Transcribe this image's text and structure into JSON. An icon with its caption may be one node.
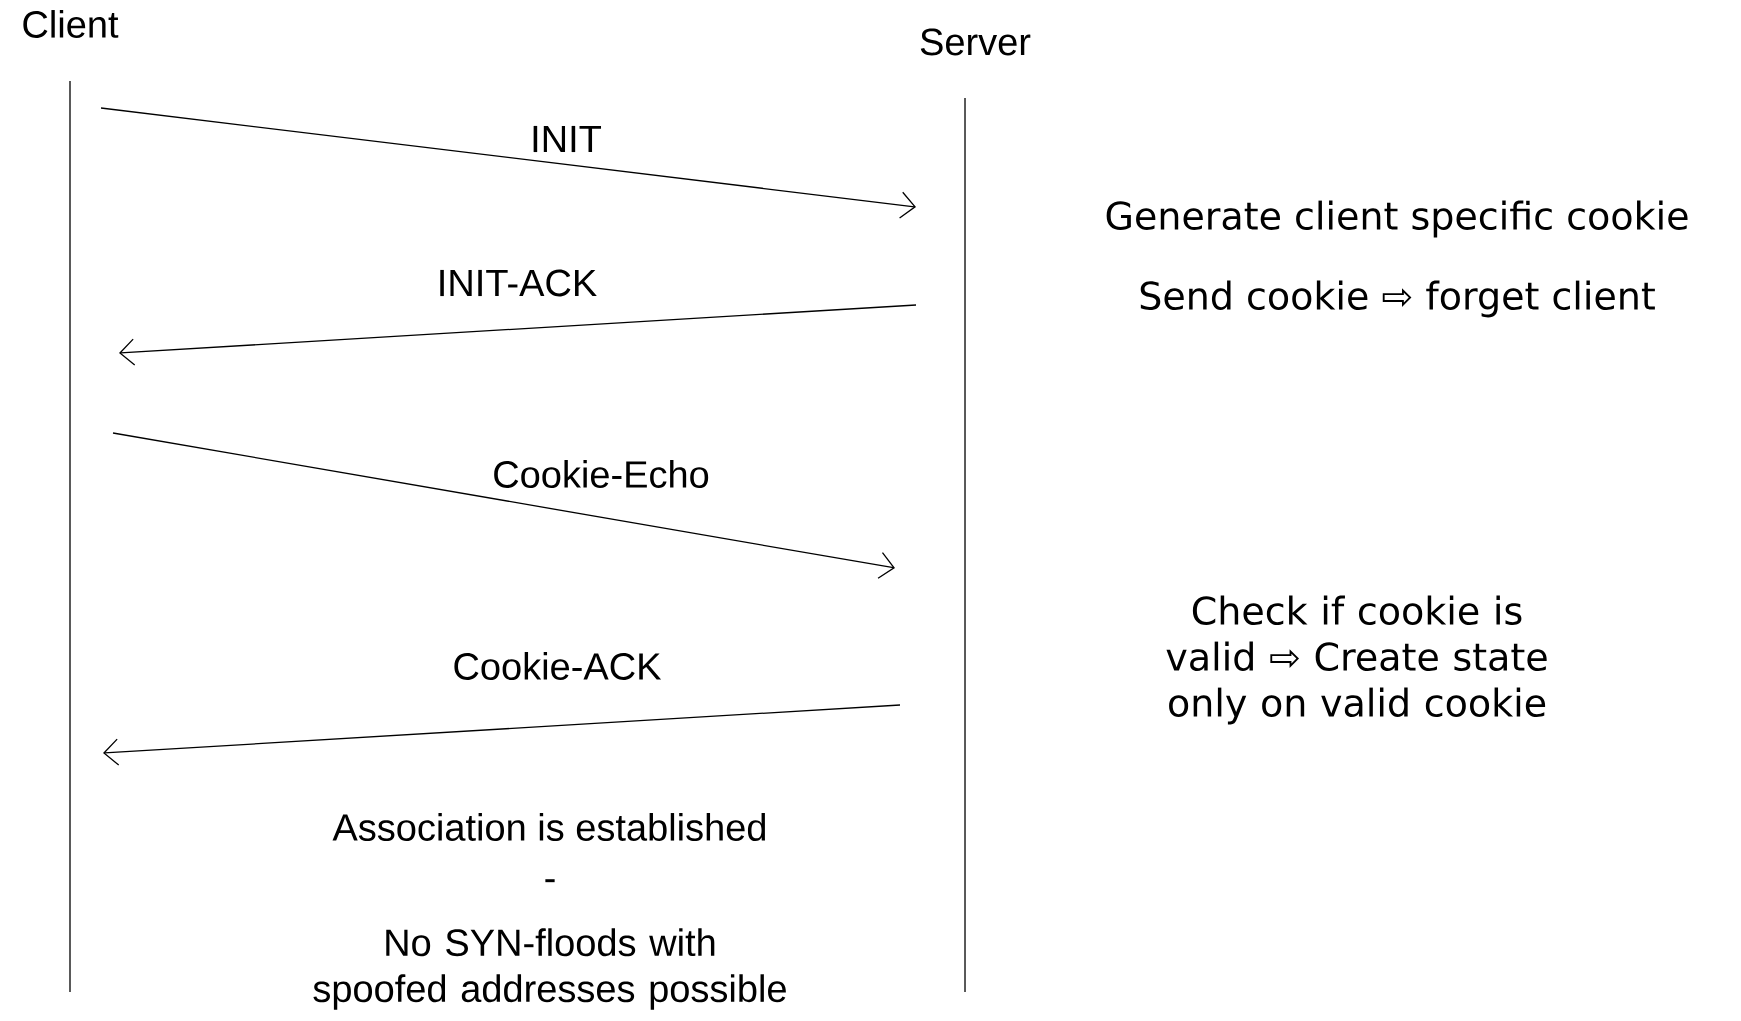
{
  "diagram": {
    "nodes": [
      {
        "text": [
          "Client"
        ]
      },
      {
        "text": [
          "Server"
        ]
      }
    ],
    "edges": [
      {
        "from": 0,
        "to": 1,
        "arrow": "to",
        "label": "INIT"
      },
      {
        "from": 1,
        "to": 0,
        "arrow": "to",
        "label": "INIT-ACK"
      },
      {
        "from": 0,
        "to": 1,
        "arrow": "to",
        "label": "Cookie-Echo"
      },
      {
        "from": 1,
        "to": 0,
        "arrow": "to",
        "label": "Cookie-ACK"
      }
    ],
    "labels": [
      "Generate client specific cookie",
      "Send cookie ⇨ forget client",
      "Check if cookie is valid ⇨ Create state only on valid cookie",
      "Association is established",
      "-",
      "No SYN-floods with spoofed addresses possible"
    ]
  }
}
